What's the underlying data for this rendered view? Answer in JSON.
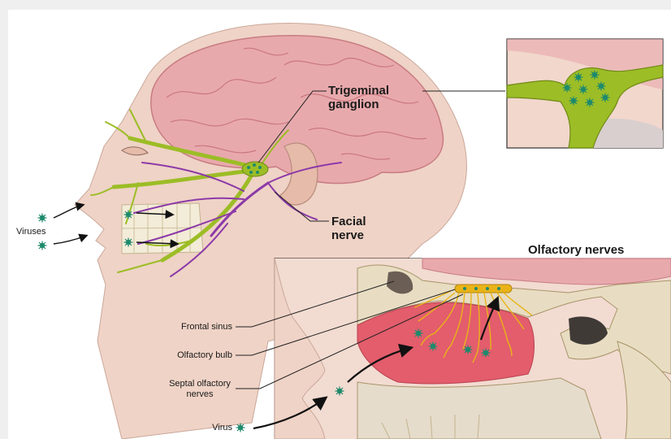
{
  "labels": {
    "trigeminal_ganglion": [
      "Trigeminal",
      "ganglion"
    ],
    "facial_nerve": [
      "Facial",
      "nerve"
    ],
    "viruses": "Viruses",
    "olfactory_nerves": "Olfactory nerves",
    "frontal_sinus": "Frontal sinus",
    "olfactory_bulb": "Olfactory bulb",
    "septal_olfactory_nerves": [
      "Septal olfactory",
      "nerves"
    ],
    "virus": "Virus"
  },
  "colors": {
    "skin": "#efd3c6",
    "brain": "#e8a9ac",
    "trigeminal_nerve": "#9cbd26",
    "facial_nerve": "#8c3aa8",
    "olfactory_nerve": "#e9b318",
    "virus_particle": "#1f8a6d",
    "bone": "#e8ddc2",
    "mucosa": "#e35d6c"
  }
}
